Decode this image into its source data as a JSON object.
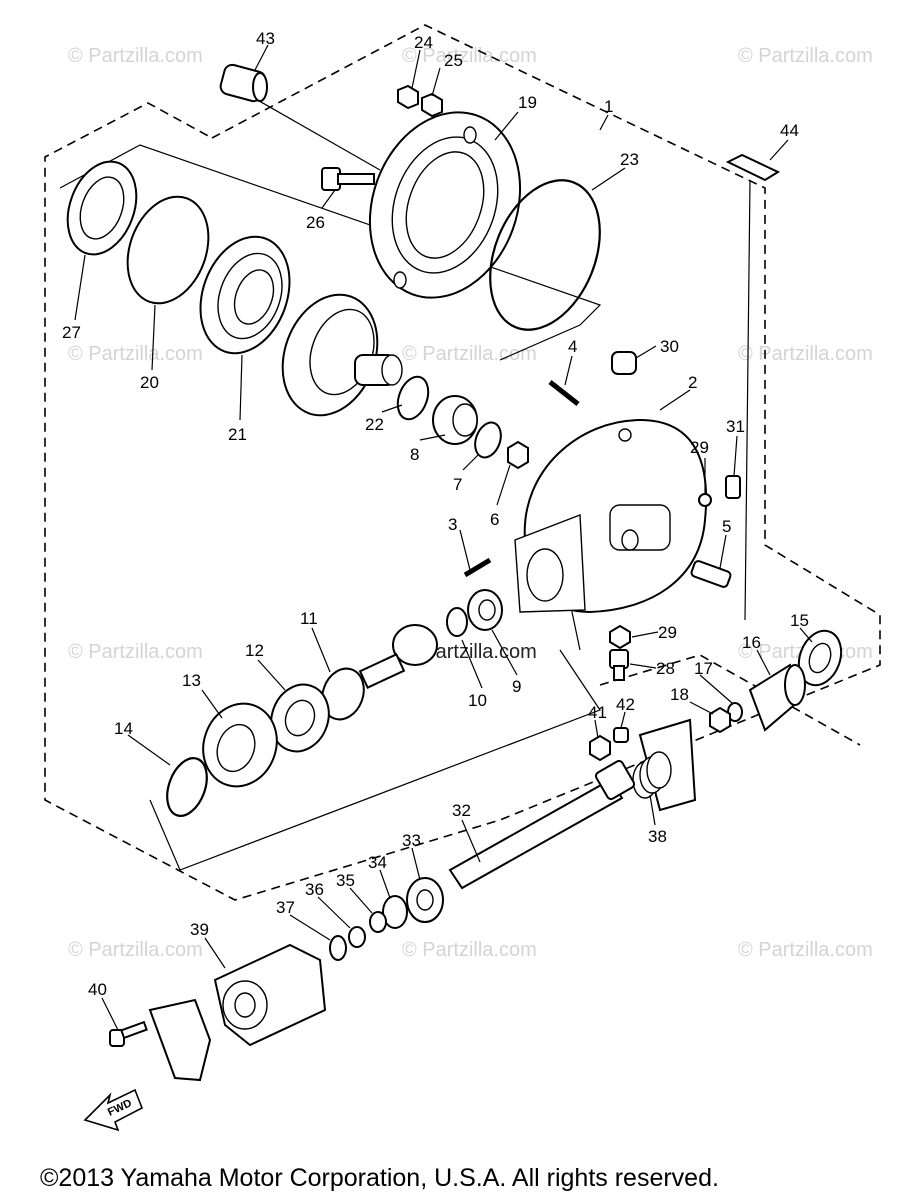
{
  "watermark_text": "© Partzilla.com",
  "copyright": "©2013 Yamaha Motor Corporation, U.S.A. All rights reserved.",
  "fwd_label": "FWD",
  "callouts": [
    "43",
    "24",
    "25",
    "19",
    "1",
    "44",
    "23",
    "26",
    "27",
    "20",
    "21",
    "22",
    "8",
    "7",
    "6",
    "4",
    "30",
    "2",
    "29",
    "31",
    "3",
    "5",
    "11",
    "12",
    "13",
    "14",
    "10",
    "9",
    "28",
    "17",
    "18",
    "16",
    "15",
    "41",
    "42",
    "32",
    "38",
    "33",
    "34",
    "35",
    "36",
    "37",
    "39",
    "40"
  ]
}
